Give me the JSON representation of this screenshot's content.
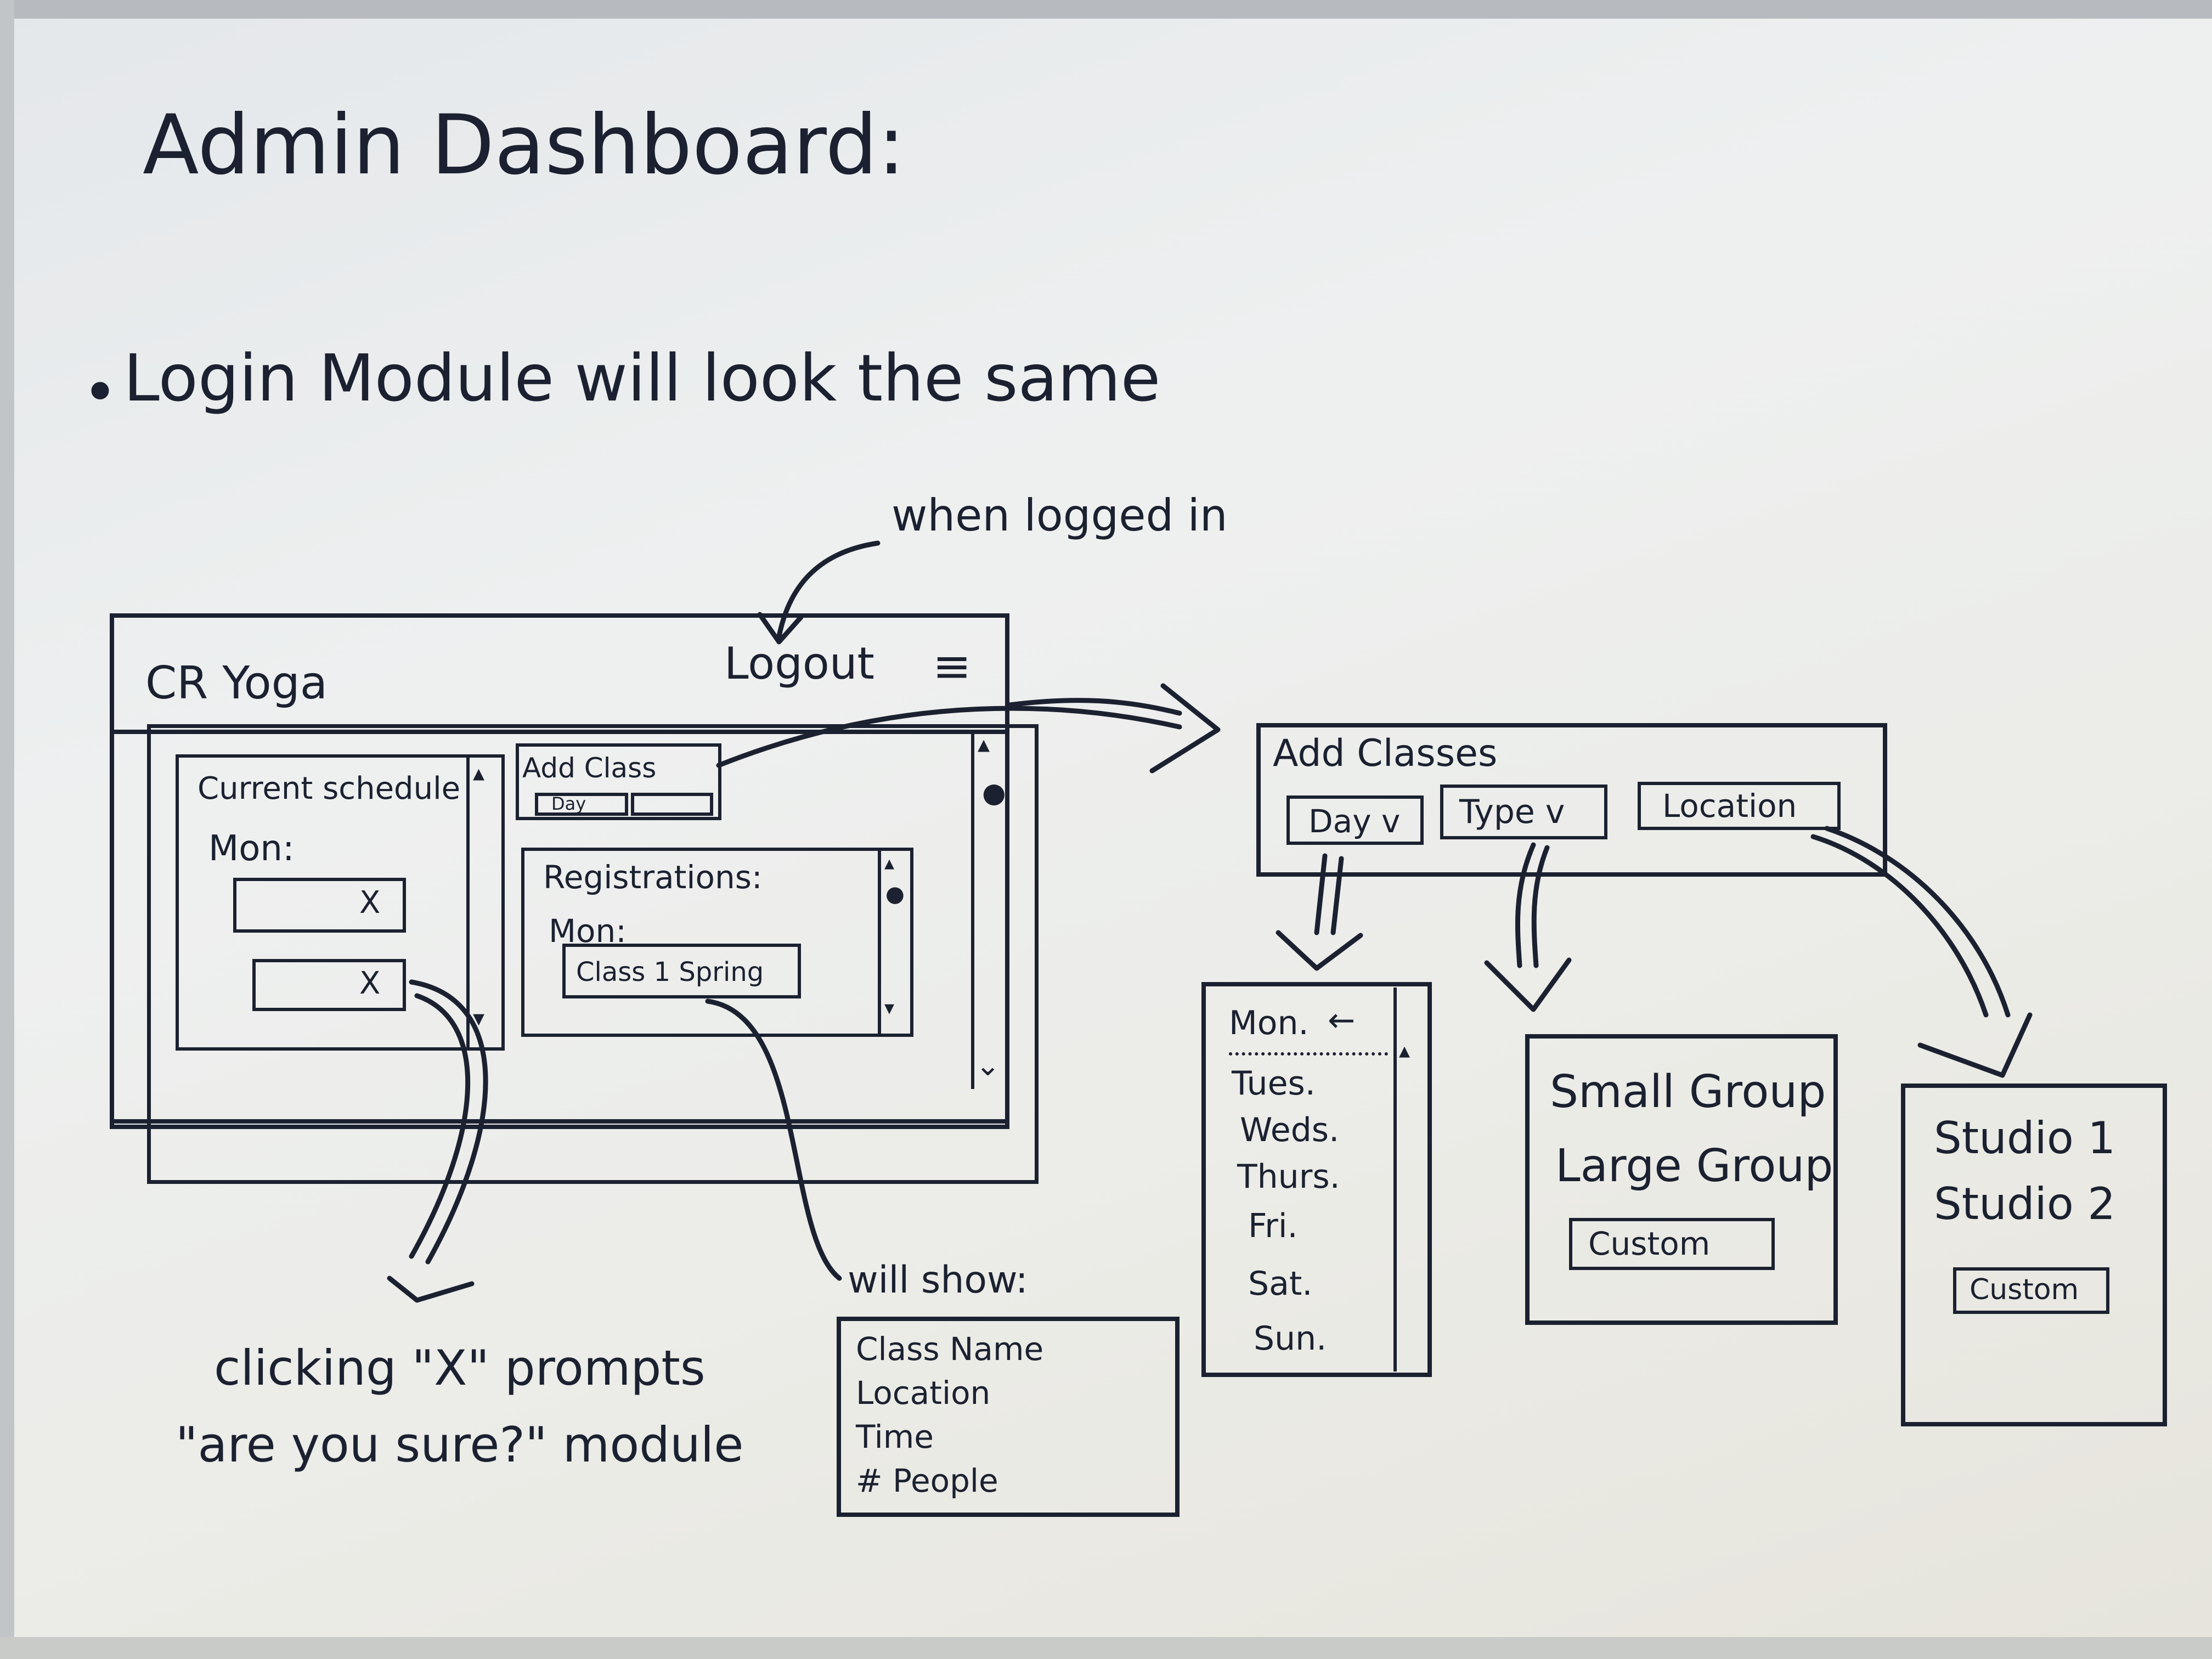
{
  "title": "Admin Dashboard:",
  "note_login": "Login Module will look the same",
  "note_when_logged_in": "when logged in",
  "mockup": {
    "brand": "CR Yoga",
    "logout": "Logout",
    "menu_icon": "hamburger-icon",
    "current_schedule": {
      "title": "Current schedule",
      "day": "Mon:",
      "rows": [
        {
          "text": "",
          "close": "X"
        },
        {
          "text": "",
          "close": "X"
        }
      ]
    },
    "add_class": {
      "title": "Add Class",
      "mini_dropdown": "Day"
    },
    "registrations": {
      "title": "Registrations:",
      "day": "Mon:",
      "item": "Class 1  Spring"
    }
  },
  "add_classes_panel": {
    "title": "Add Classes",
    "dropdowns": [
      {
        "label": "Day v"
      },
      {
        "label": "Type v"
      },
      {
        "label": "Location"
      }
    ]
  },
  "day_list": [
    "Mon.",
    "Tues.",
    "Weds.",
    "Thurs.",
    "Fri.",
    "Sat.",
    "Sun."
  ],
  "type_list": {
    "items": [
      "Small Group",
      "Large Group"
    ],
    "custom": "Custom"
  },
  "location_list": {
    "items": [
      "Studio 1",
      "Studio 2"
    ],
    "custom": "Custom"
  },
  "note_clicking_x": {
    "line1": "clicking \"X\" prompts",
    "line2": "\"are you sure?\" module"
  },
  "will_show": {
    "label": "will show:",
    "items": [
      "Class Name",
      "Location",
      "Time",
      "# People"
    ]
  },
  "colors": {
    "ink": "#1b2130",
    "board": "#ebebe6"
  }
}
